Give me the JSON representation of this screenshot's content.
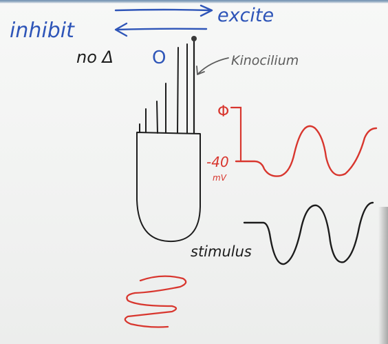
{
  "board": {
    "colors": {
      "blue_marker": "#2e55b8",
      "black_marker": "#1c1c1c",
      "red_marker": "#d8362e",
      "gray_marker": "#5c5c5c"
    },
    "labels": {
      "excite": "excite",
      "inhibit": "inhibit",
      "no_change": "no Δ",
      "zero_mark": "O",
      "kinocilium": "Kinocilium",
      "zero_mv": "Φ",
      "minus_40": "-40",
      "mv_unit": "mV",
      "stimulus": "stimulus"
    }
  }
}
